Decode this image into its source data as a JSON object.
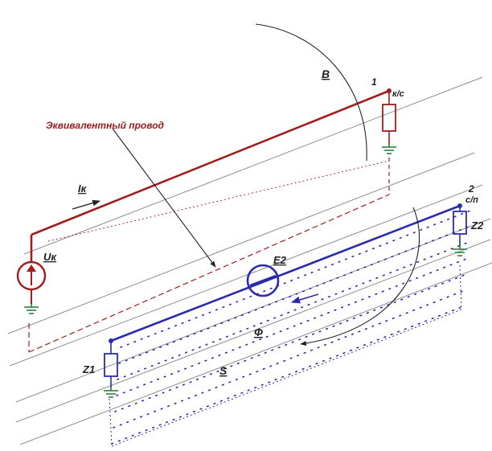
{
  "labels": {
    "equivalent_wire": "Эквивалентный провод",
    "current": "Iк",
    "source_voltage": "Uк",
    "emf": "E2",
    "field_b": "B",
    "flux": "Ф",
    "area": "S",
    "impedance_1": "Z1",
    "impedance_2": "Z2",
    "node_1_num": "1",
    "node_1_tag": "к/с",
    "node_2_num": "2",
    "node_2_tag": "с/п"
  },
  "colors": {
    "line_red": "#a31d1d",
    "line_blue": "#2b2bb0",
    "ground": "#1e7a35",
    "guide": "#8e8e8e"
  }
}
